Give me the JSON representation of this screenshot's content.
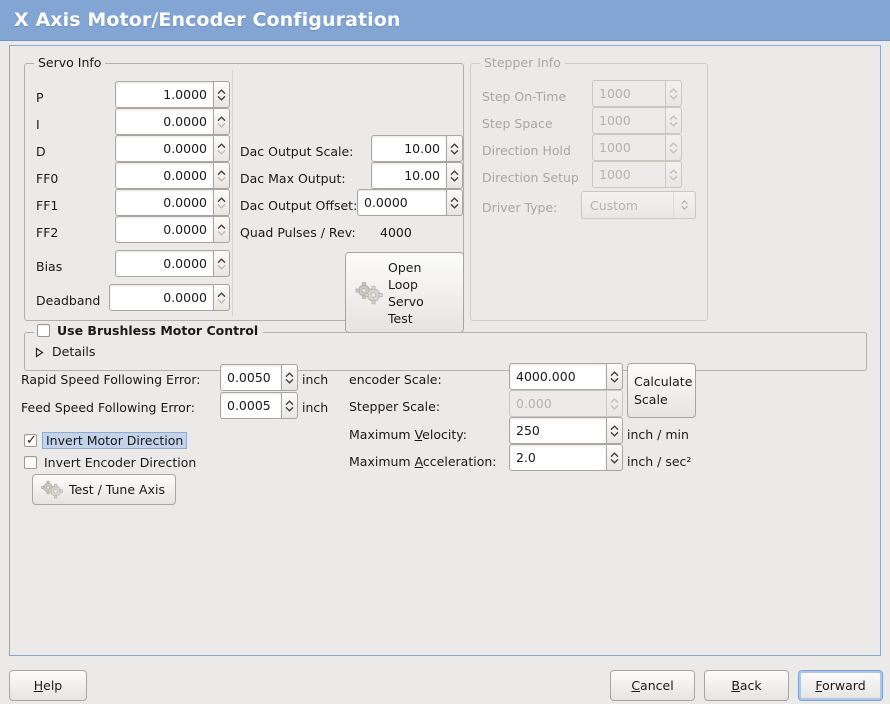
{
  "window": {
    "title": "X Axis Motor/Encoder Configuration",
    "title_bg": "#83a5d4",
    "bg": "#ebeae8",
    "frame_border": "#8aa7cd"
  },
  "servo_info": {
    "title": "Servo Info",
    "pid_rows": [
      {
        "label": "P",
        "value": "1.0000"
      },
      {
        "label": "I",
        "value": "0.0000"
      },
      {
        "label": "D",
        "value": "0.0000"
      },
      {
        "label": "FF0",
        "value": "0.0000"
      },
      {
        "label": "FF1",
        "value": "0.0000"
      },
      {
        "label": "FF2",
        "value": "0.0000"
      },
      {
        "label": "Bias",
        "value": "0.0000"
      },
      {
        "label": "Deadband",
        "value": "0.0000"
      }
    ],
    "dac_output_scale": {
      "label": "Dac Output Scale:",
      "value": "10.00"
    },
    "dac_max_output": {
      "label": "Dac Max Output:",
      "value": "10.00"
    },
    "dac_output_offset": {
      "label": "Dac Output Offset:",
      "value": "0.0000"
    },
    "quad_pulses": {
      "label": "Quad Pulses / Rev:",
      "value": "4000"
    },
    "open_loop_test_button": {
      "line1": "Open",
      "line2": "Loop",
      "line3": "Servo",
      "line4": "Test",
      "icon": "gears-icon"
    }
  },
  "stepper_info": {
    "title": "Stepper Info",
    "disabled": true,
    "rows": [
      {
        "label": "Step On-Time",
        "value": "1000"
      },
      {
        "label": "Step Space",
        "value": "1000"
      },
      {
        "label": "Direction Hold",
        "value": "1000"
      },
      {
        "label": "Direction Setup",
        "value": "1000"
      }
    ],
    "driver_type": {
      "label": "Driver Type:",
      "value": "Custom"
    }
  },
  "brushless": {
    "checkbox_label": "Use Brushless Motor Control",
    "checked": false,
    "details_label": "Details",
    "details_expanded": false
  },
  "errors": {
    "rapid": {
      "label": "Rapid Speed Following Error:",
      "value": "0.0050",
      "unit": "inch"
    },
    "feed": {
      "label": "Feed Speed Following Error:",
      "value": "0.0005",
      "unit": "inch"
    }
  },
  "direction": {
    "invert_motor": {
      "label": "Invert Motor Direction",
      "checked": true,
      "focused": true
    },
    "invert_encoder": {
      "label": "Invert Encoder Direction",
      "checked": false,
      "focused": false
    }
  },
  "test_tune_button": {
    "label": "Test / Tune Axis",
    "icon": "gears-icon"
  },
  "scales": {
    "encoder_scale": {
      "label": "encoder Scale:",
      "value": "4000.000",
      "disabled": false
    },
    "stepper_scale": {
      "label": "Stepper Scale:",
      "value": "0.000",
      "disabled": true
    },
    "max_velocity": {
      "label_pre": "Maximum ",
      "label_mnemonic": "V",
      "label_post": "elocity:",
      "value": "250",
      "unit": "inch / min"
    },
    "max_accel": {
      "label_pre": "Maximum ",
      "label_mnemonic": "A",
      "label_post": "cceleration:",
      "value": "2.0",
      "unit": "inch / sec²"
    },
    "calculate_button": {
      "line1": "Calculate",
      "line2": "Scale"
    }
  },
  "footer": {
    "help": {
      "pre": "",
      "mnemonic": "H",
      "post": "elp"
    },
    "cancel": {
      "pre": "",
      "mnemonic": "C",
      "post": "ancel"
    },
    "back": {
      "pre": "",
      "mnemonic": "B",
      "post": "ack"
    },
    "forward": {
      "pre": "",
      "mnemonic": "F",
      "post": "orward",
      "focused": true
    }
  }
}
